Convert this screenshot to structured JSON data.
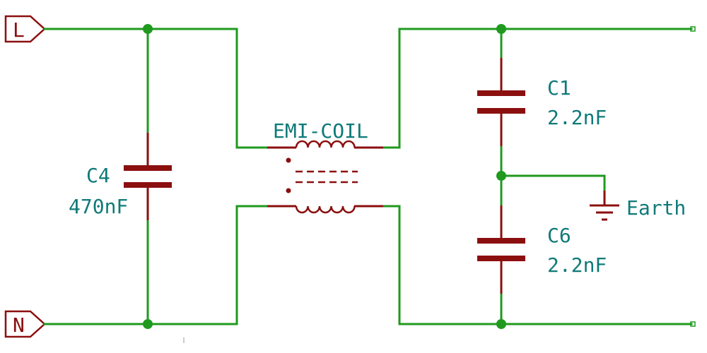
{
  "ports": {
    "line": "L",
    "neutral": "N"
  },
  "components": {
    "c4": {
      "ref": "C4",
      "value": "470nF"
    },
    "coil": {
      "ref": "EMI-COIL"
    },
    "c1": {
      "ref": "C1",
      "value": "2.2nF"
    },
    "c6": {
      "ref": "C6",
      "value": "2.2nF"
    },
    "earth": {
      "label": "Earth"
    }
  },
  "colors": {
    "wire": "#1f9a1f",
    "component": "#8b0f0f",
    "label": "#0f7a78"
  }
}
